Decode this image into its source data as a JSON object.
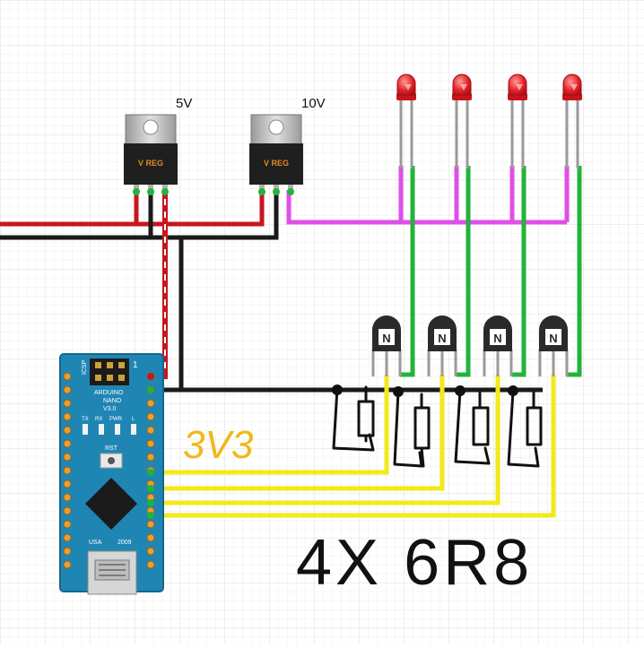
{
  "regulators": [
    {
      "voltage_label": "5V",
      "chip_label": "V REG"
    },
    {
      "voltage_label": "10V",
      "chip_label": "V REG"
    }
  ],
  "transistor_symbol": "N",
  "transistor_count": 4,
  "led_count": 4,
  "led_color": "#e8262c",
  "arduino": {
    "brand": "ARDUINO",
    "model": "NANO",
    "version": "V3.0",
    "icsp": "ICSP",
    "header_number": "1",
    "led_labels": [
      "TX",
      "RX",
      "PWR",
      "L"
    ],
    "reset_label": "RST",
    "country": "USA",
    "year": "2009",
    "board_color": "#1f86b4"
  },
  "annotations": {
    "rail_label": "3V3",
    "resistor_note": "4X 6R8"
  },
  "wire_colors": {
    "power_red": "#c7161d",
    "ground_black": "#1a1a1a",
    "led_pink": "#e04ee8",
    "collector_green": "#23b33a",
    "signal_yellow": "#f2ea1a",
    "label_yellow": "#f0b81c"
  }
}
